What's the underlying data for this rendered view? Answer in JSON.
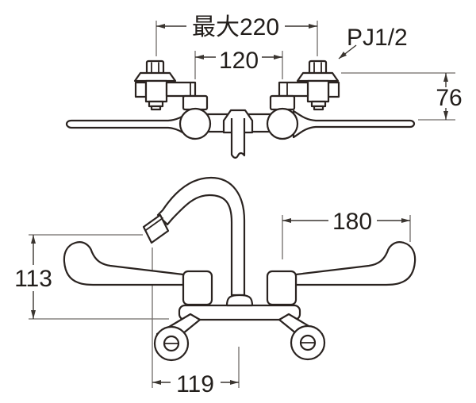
{
  "drawing": {
    "colors": {
      "background": "#ffffff",
      "part_line": "#2a2320",
      "dimension_line": "#3a3530",
      "extension_line": "#6f6b68",
      "text": "#221e1b"
    },
    "top_view": {
      "dim_max_width": "最大220",
      "dim_inlet_pitch": "120",
      "thread_label": "PJ1/2",
      "dim_wall_to_center": "76"
    },
    "front_view": {
      "dim_handle_span": "180",
      "dim_height": "113",
      "dim_spout_reach": "119"
    }
  }
}
